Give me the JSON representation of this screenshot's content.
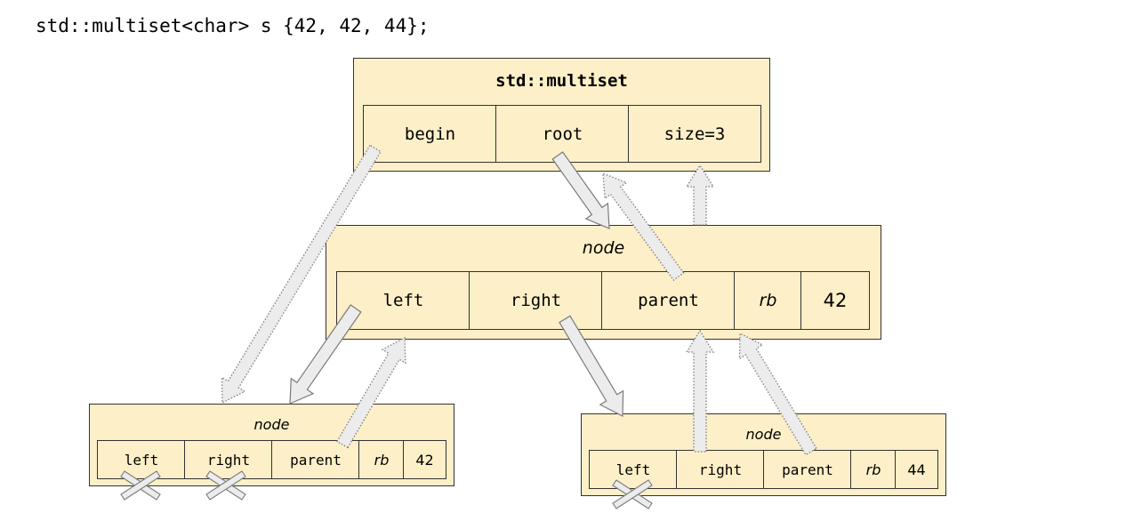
{
  "code": "std::multiset<char> s {42, 42, 44};",
  "multiset": {
    "title": "std::multiset",
    "fields": [
      "begin",
      "root",
      "size=3"
    ]
  },
  "root_node": {
    "title": "node",
    "fields": [
      "left",
      "right",
      "parent",
      "rb",
      "42"
    ]
  },
  "left_node": {
    "title": "node",
    "fields": [
      "left",
      "right",
      "parent",
      "rb",
      "42"
    ]
  },
  "right_node": {
    "title": "node",
    "fields": [
      "left",
      "right",
      "parent",
      "rb",
      "44"
    ]
  },
  "colors": {
    "box_fill": "#fdefc7",
    "border": "#333333",
    "arrow_fill": "#ececec",
    "arrow_stroke": "#7a7a7a"
  }
}
